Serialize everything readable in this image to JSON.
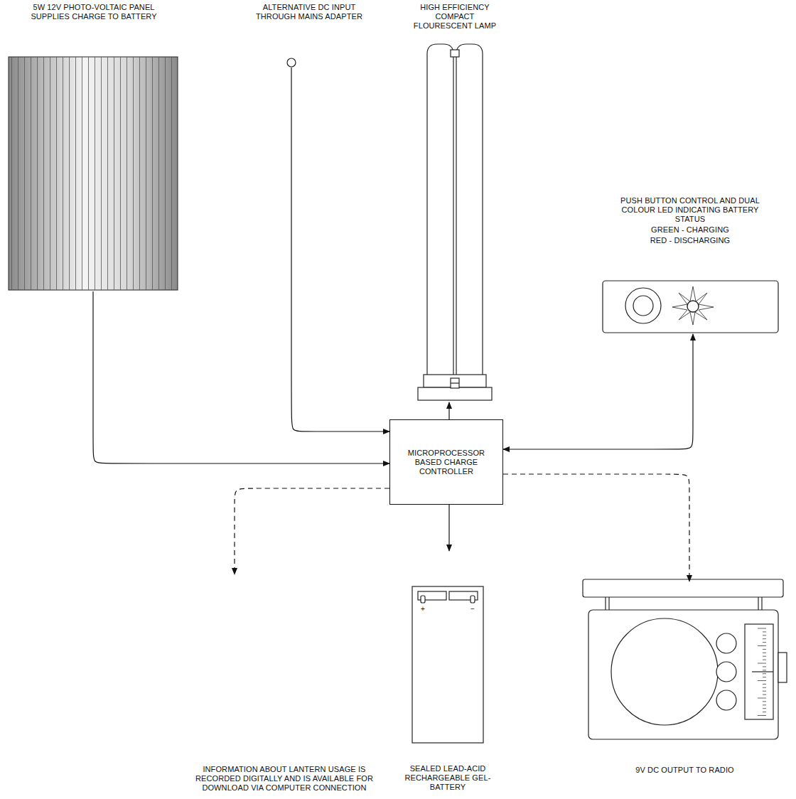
{
  "diagram": {
    "nodes": [
      {
        "text": [
          "5W 12V PHOTO-VOLTAIC PANEL SUPPLIES CHARGE TO BATTERY"
        ]
      },
      {
        "text": [
          "ALTERNATIVE DC INPUT THROUGH MAINS ADAPTER"
        ]
      },
      {
        "text": [
          "HIGH EFFICIENCY COMPACT FLOURESCENT LAMP"
        ]
      },
      {
        "text": [
          "PUSH BUTTON CONTROL AND DUAL COLOUR LED INDICATING BATTERY STATUS",
          "GREEN - CHARGING",
          "RED - DISCHARGING"
        ]
      },
      {
        "text": [
          "MICROPROCESSOR BASED CHARGE CONTROLLER"
        ]
      },
      {
        "text": [
          "INFORMATION ABOUT LANTERN USAGE IS RECORDED DIGITALLY AND IS AVAILABLE FOR DOWNLOAD VIA COMPUTER CONNECTION"
        ]
      },
      {
        "text": [
          "SEALED LEAD-ACID RECHARGEABLE GEL-BATTERY"
        ]
      },
      {
        "text": [
          "9V DC OUTPUT TO RADIO"
        ]
      }
    ],
    "edges": [
      {
        "from": 0,
        "to": 4,
        "arrow": "to"
      },
      {
        "from": 1,
        "to": 4,
        "arrow": "to"
      },
      {
        "from": 4,
        "to": 2,
        "arrow": "to"
      },
      {
        "from": 4,
        "to": 3,
        "arrow": "both"
      },
      {
        "from": 4,
        "to": 6,
        "arrow": "to"
      },
      {
        "from": 4,
        "to": 7,
        "arrow": "to"
      },
      {
        "from": 4,
        "to": 5,
        "arrow": "to"
      }
    ],
    "labels": [
      "+",
      "−"
    ]
  }
}
